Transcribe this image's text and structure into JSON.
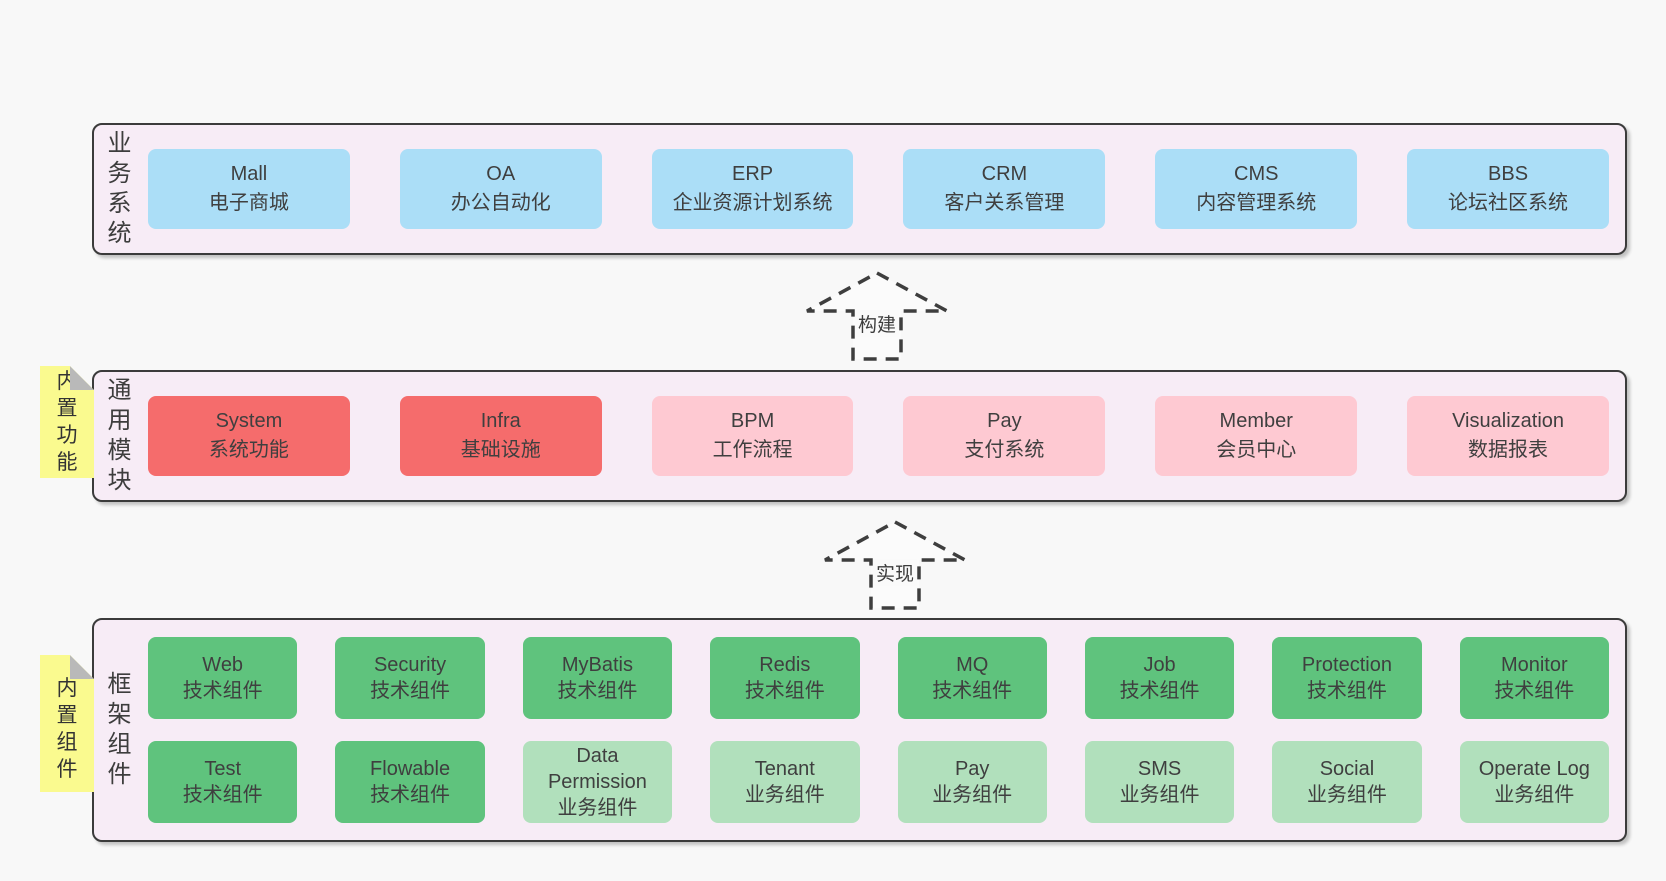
{
  "palette": {
    "page_bg": "#f8f8f8",
    "panel_bg": "#f7ecf6",
    "panel_border": "#3b3b3b",
    "blue_box": "#abdef7",
    "red_box": "#f56c6c",
    "pink_box": "#fec9d2",
    "green_box": "#5fc37d",
    "light_green_box": "#b1e0bc",
    "sticky_yellow": "#fafa8f",
    "sticky_fold_gray": "#b9b9b9",
    "text": "#3f3f3f",
    "arrow_dash": "#3e3e3e"
  },
  "layers": {
    "business": {
      "label": "业务系统",
      "boxes": [
        {
          "title": "Mall",
          "subtitle": "电子商城"
        },
        {
          "title": "OA",
          "subtitle": "办公自动化"
        },
        {
          "title": "ERP",
          "subtitle": "企业资源计划系统"
        },
        {
          "title": "CRM",
          "subtitle": "客户关系管理"
        },
        {
          "title": "CMS",
          "subtitle": "内容管理系统"
        },
        {
          "title": "BBS",
          "subtitle": "论坛社区系统"
        }
      ]
    },
    "modules": {
      "label": "通用模块",
      "sticky": "内置功能",
      "boxes": [
        {
          "title": "System",
          "subtitle": "系统功能"
        },
        {
          "title": "Infra",
          "subtitle": "基础设施"
        },
        {
          "title": "BPM",
          "subtitle": "工作流程"
        },
        {
          "title": "Pay",
          "subtitle": "支付系统"
        },
        {
          "title": "Member",
          "subtitle": "会员中心"
        },
        {
          "title": "Visualization",
          "subtitle": "数据报表"
        }
      ]
    },
    "framework": {
      "label": "框架组件",
      "sticky": "内置组件",
      "row1": [
        {
          "title": "Web",
          "subtitle": "技术组件"
        },
        {
          "title": "Security",
          "subtitle": "技术组件"
        },
        {
          "title": "MyBatis",
          "subtitle": "技术组件"
        },
        {
          "title": "Redis",
          "subtitle": "技术组件"
        },
        {
          "title": "MQ",
          "subtitle": "技术组件"
        },
        {
          "title": "Job",
          "subtitle": "技术组件"
        },
        {
          "title": "Protection",
          "subtitle": "技术组件"
        },
        {
          "title": "Monitor",
          "subtitle": "技术组件"
        }
      ],
      "row2": [
        {
          "title": "Test",
          "subtitle": "技术组件"
        },
        {
          "title": "Flowable",
          "subtitle": "技术组件"
        },
        {
          "title": "Data Permission",
          "subtitle": "业务组件"
        },
        {
          "title": "Tenant",
          "subtitle": "业务组件"
        },
        {
          "title": "Pay",
          "subtitle": "业务组件"
        },
        {
          "title": "SMS",
          "subtitle": "业务组件"
        },
        {
          "title": "Social",
          "subtitle": "业务组件"
        },
        {
          "title": "Operate Log",
          "subtitle": "业务组件"
        }
      ]
    }
  },
  "arrows": {
    "build": "构建",
    "implement": "实现"
  }
}
